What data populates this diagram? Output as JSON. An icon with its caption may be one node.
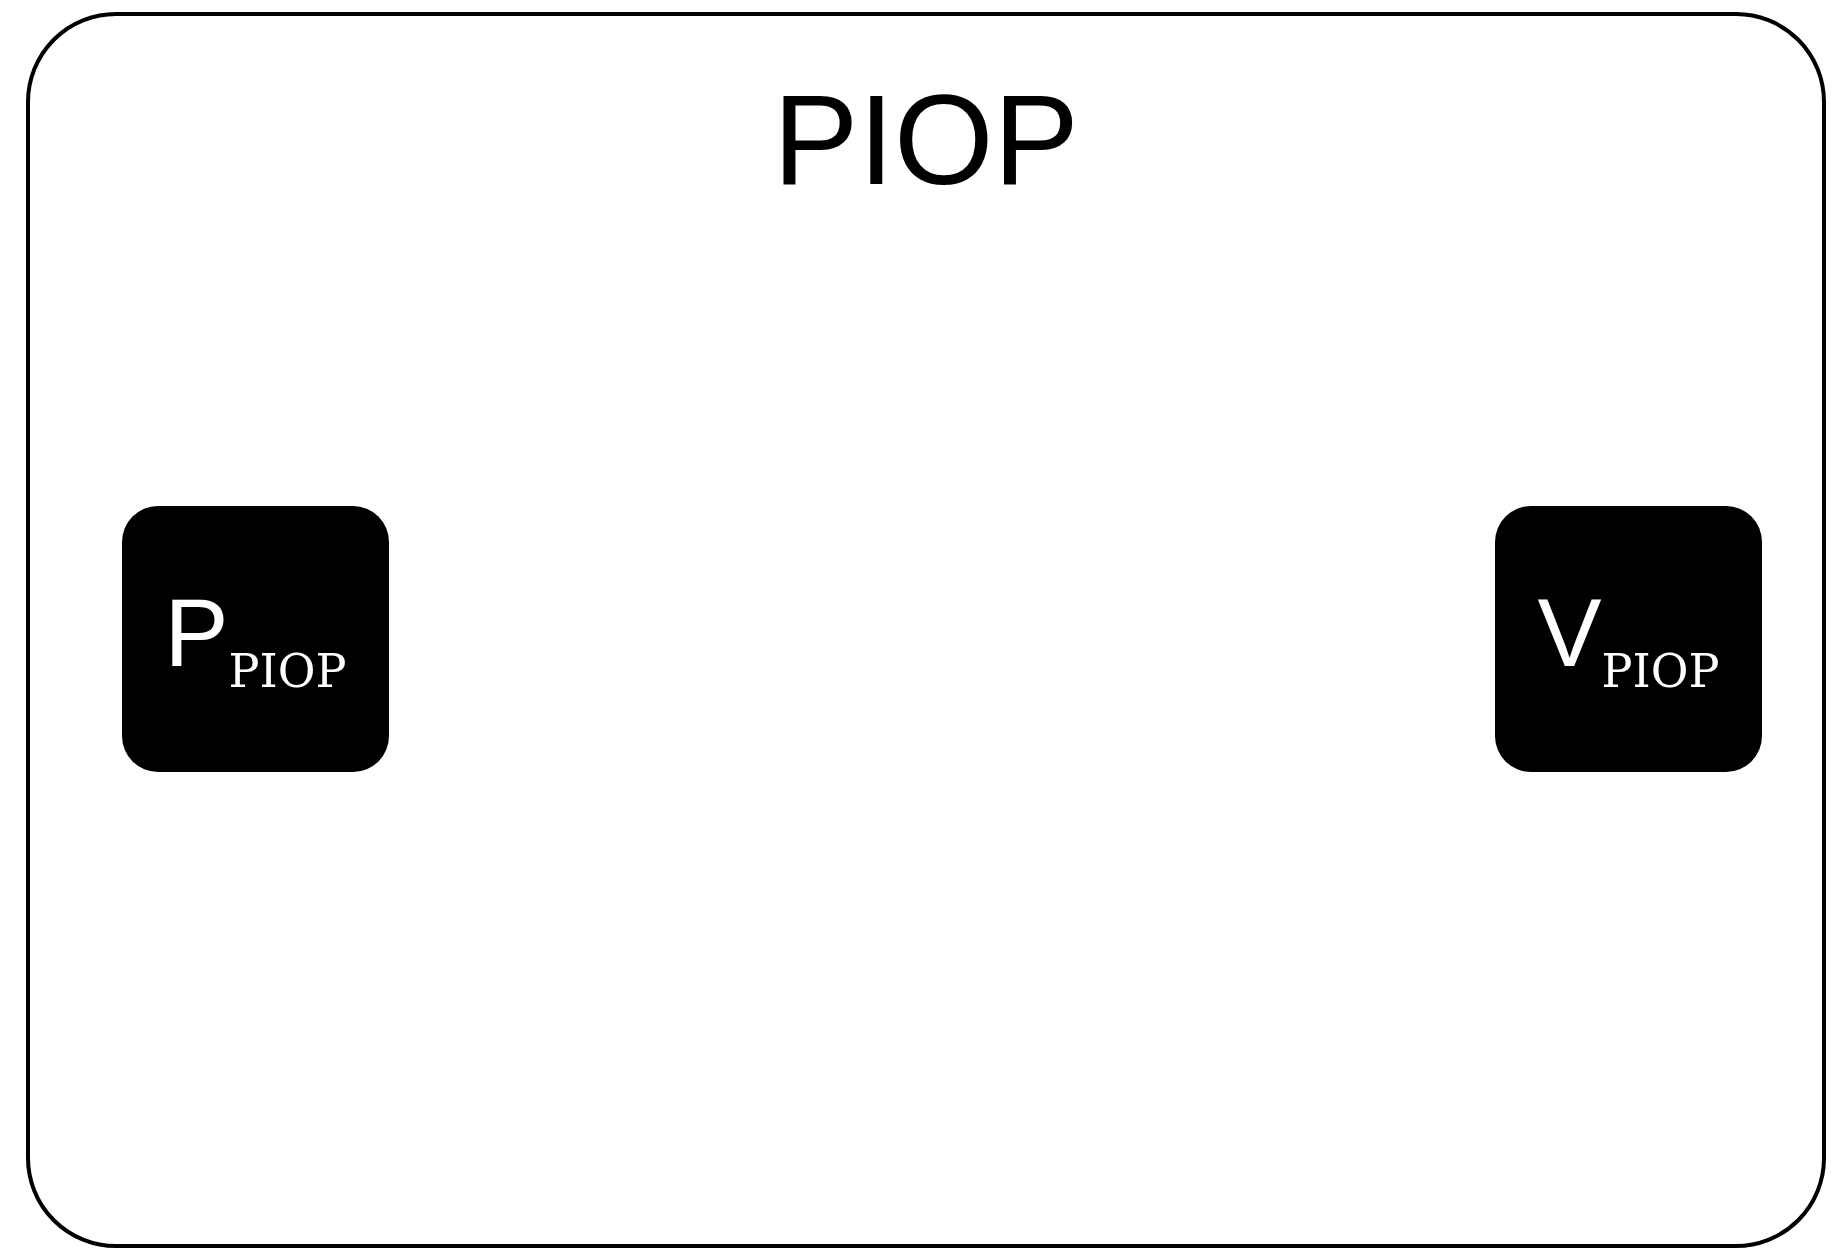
{
  "diagram": {
    "nodes": [
      {
        "text": [
          "PIOP"
        ]
      },
      {
        "text": [
          "P$_{PIOP}$"
        ],
        "in": 0
      },
      {
        "text": [
          "V$_{PIOP}$"
        ],
        "in": 0
      }
    ]
  }
}
